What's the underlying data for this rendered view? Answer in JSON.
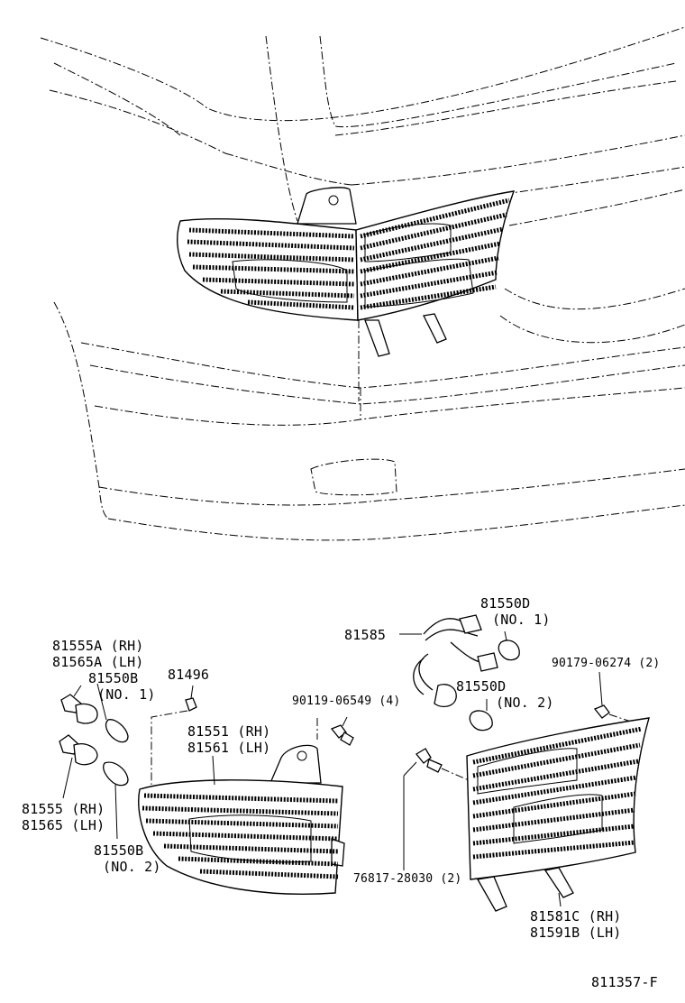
{
  "diagram": {
    "drawing_id": "811357-F",
    "labels": {
      "p81555A_rh": "81555A (RH)",
      "p81565A_lh": "81565A (LH)",
      "p81550B_a": "81550B",
      "p81550B_a_no": "(NO. 1)",
      "p81496": "81496",
      "p81551_rh": "81551 (RH)",
      "p81561_lh": "81561 (LH)",
      "p81555_rh": "81555 (RH)",
      "p81565_lh": "81565 (LH)",
      "p81550B_b": "81550B",
      "p81550B_b_no": "(NO. 2)",
      "p90119": "90119-06549 (4)",
      "p81585": "81585",
      "p81550D_a": "81550D",
      "p81550D_a_no": "(NO. 1)",
      "p81550D_b": "81550D",
      "p81550D_b_no": "(NO. 2)",
      "p90179": "90179-06274 (2)",
      "p76817": "76817-28030 (2)",
      "p81581C_rh": "81581C (RH)",
      "p81591B_lh": "81591B (LH)"
    }
  }
}
